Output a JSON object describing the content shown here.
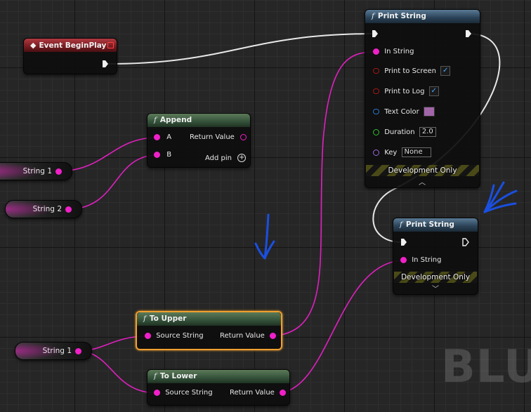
{
  "nodes": {
    "event_begin_play": {
      "title": "Event BeginPlay"
    },
    "print_string_1": {
      "title": "Print String",
      "in_string": "In String",
      "print_to_screen": "Print to Screen",
      "print_to_log": "Print to Log",
      "text_color": "Text Color",
      "text_color_value": "#a266a8",
      "duration": "Duration",
      "duration_value": "2.0",
      "key": "Key",
      "key_value": "None",
      "dev_only": "Development Only"
    },
    "append": {
      "title": "Append",
      "pin_a": "A",
      "pin_b": "B",
      "return_value": "Return Value",
      "add_pin": "Add pin"
    },
    "print_string_2": {
      "title": "Print String",
      "in_string": "In String",
      "dev_only": "Development Only"
    },
    "to_upper": {
      "title": "To Upper",
      "source_string": "Source String",
      "return_value": "Return Value"
    },
    "to_lower": {
      "title": "To Lower",
      "source_string": "Source String",
      "return_value": "Return Value"
    }
  },
  "variables": {
    "string1_top": "String 1",
    "string2": "String 2",
    "string1_bottom": "String 1"
  },
  "watermark": "BLU",
  "colors": {
    "string_pin": "#f020c8",
    "exec_wire": "#e8e8e8",
    "selection": "#f0a030",
    "annotation": "#1a4fe0"
  }
}
